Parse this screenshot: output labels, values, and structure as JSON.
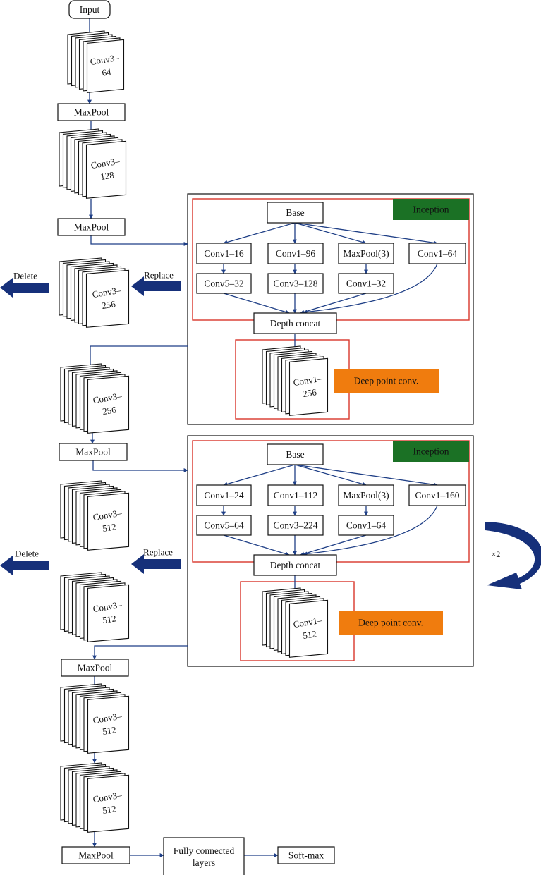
{
  "nodes": {
    "input": "Input",
    "conv3_64": [
      "Conv3–",
      "64"
    ],
    "maxpool_1": "MaxPool",
    "conv3_128": [
      "Conv3–",
      "128"
    ],
    "maxpool_2": "MaxPool",
    "conv3_256_a": [
      "Conv3–",
      "256"
    ],
    "conv3_256_b": [
      "Conv3–",
      "256"
    ],
    "maxpool_3": "MaxPool",
    "conv3_512_a": [
      "Conv3–",
      "512"
    ],
    "conv3_512_b": [
      "Conv3–",
      "512"
    ],
    "maxpool_4": "MaxPool",
    "conv3_512_c": [
      "Conv3–",
      "512"
    ],
    "conv3_512_d": [
      "Conv3–",
      "512"
    ],
    "maxpool_5": "MaxPool",
    "fully_connected": [
      "Fully connected",
      "layers"
    ],
    "softmax": "Soft-max"
  },
  "actions": {
    "delete_1": "Delete",
    "replace_1": "Replace",
    "delete_2": "Delete",
    "replace_2": "Replace",
    "repeat": "×2"
  },
  "module_1": {
    "tag": "Inception",
    "base": "Base",
    "row1": [
      "Conv1–16",
      "Conv1–96",
      "MaxPool(3)",
      "Conv1–64"
    ],
    "row2": [
      "Conv5–32",
      "Conv3–128",
      "Conv1–32"
    ],
    "concat": "Depth concat",
    "pointwise": [
      "Conv1–",
      "256"
    ],
    "pointwise_tag": "Deep point conv."
  },
  "module_2": {
    "tag": "Inception",
    "base": "Base",
    "row1": [
      "Conv1–24",
      "Conv1–112",
      "MaxPool(3)",
      "Conv1–160"
    ],
    "row2": [
      "Conv5–64",
      "Conv3–224",
      "Conv1–64"
    ],
    "concat": "Depth concat",
    "pointwise": [
      "Conv1–",
      "512"
    ],
    "pointwise_tag": "Deep point conv."
  },
  "colors": {
    "arrow": "#1f3f86",
    "inception_tag": "#1b7125",
    "pointwise_tag": "#f07c0e",
    "module_outline": "#d8352a",
    "outline": "#111111"
  }
}
